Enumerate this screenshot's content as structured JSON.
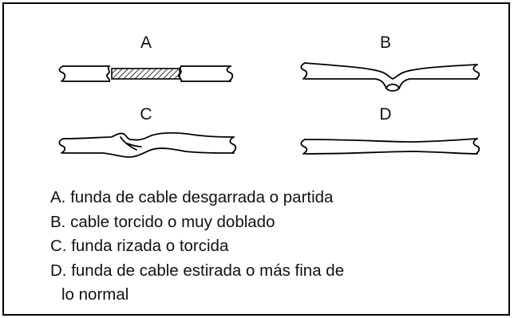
{
  "panels": {
    "a": {
      "label": "A"
    },
    "b": {
      "label": "B"
    },
    "c": {
      "label": "C"
    },
    "d": {
      "label": "D"
    }
  },
  "legend": {
    "items": [
      "A. funda de cable desgarrada o partida",
      "B. cable torcido o muy doblado",
      "C. funda rizada o torcida",
      "D. funda de cable estirada o más fina de"
    ],
    "item_d_continuation": "lo normal"
  }
}
